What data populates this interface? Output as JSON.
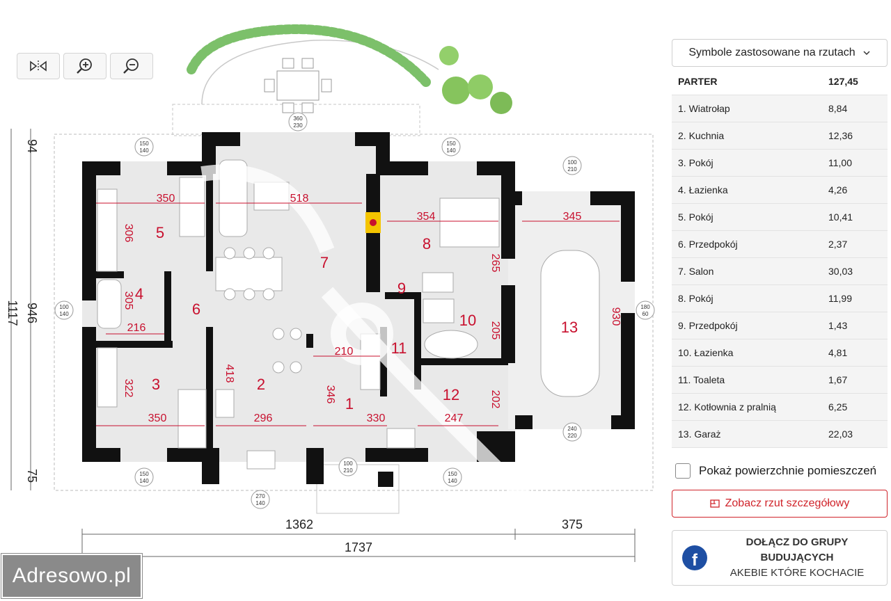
{
  "toolbar": {
    "mirror_icon": "mirror-icon",
    "zoom_in_icon": "zoom-in-icon",
    "zoom_out_icon": "zoom-out-icon"
  },
  "plan": {
    "rooms": [
      "5",
      "4",
      "6",
      "3",
      "2",
      "7",
      "1",
      "11",
      "9",
      "8",
      "10",
      "12",
      "13"
    ],
    "dimensions": [
      "350",
      "518",
      "354",
      "345",
      "306",
      "305",
      "205",
      "216",
      "265",
      "418",
      "322",
      "296",
      "350",
      "346",
      "330",
      "247",
      "210",
      "202",
      "1737",
      "1362",
      "375",
      "1117",
      "946",
      "94",
      "75",
      "930"
    ],
    "openings": [
      "150\n140",
      "360\n230",
      "150\n140",
      "100\n210",
      "100\n140",
      "180\n60",
      "150\n140",
      "270\n140",
      "100\n210",
      "150\n140",
      "240\n220"
    ]
  },
  "watermark": "Adresowo.pl",
  "sidebar": {
    "dropdown_label": "Symbole zastosowane na rzutach",
    "table": {
      "header": {
        "name": "PARTER",
        "value": "127,45"
      },
      "rows": [
        {
          "name": "1. Wiatrołap",
          "value": "8,84"
        },
        {
          "name": "2. Kuchnia",
          "value": "12,36"
        },
        {
          "name": "3. Pokój",
          "value": "11,00"
        },
        {
          "name": "4. Łazienka",
          "value": "4,26"
        },
        {
          "name": "5. Pokój",
          "value": "10,41"
        },
        {
          "name": "6. Przedpokój",
          "value": "2,37"
        },
        {
          "name": "7. Salon",
          "value": "30,03"
        },
        {
          "name": "8. Pokój",
          "value": "11,99"
        },
        {
          "name": "9. Przedpokój",
          "value": "1,43"
        },
        {
          "name": "10. Łazienka",
          "value": "4,81"
        },
        {
          "name": "11. Toaleta",
          "value": "1,67"
        },
        {
          "name": "12. Kotłownia z pralnią",
          "value": "6,25"
        },
        {
          "name": "13. Garaż",
          "value": "22,03"
        }
      ]
    },
    "show_areas_label": "Pokaż powierzchnie pomieszczeń",
    "detail_button_label": "Zobacz rzut szczegółowy",
    "fb": {
      "title_line1": "DOŁĄCZ DO GRUPY",
      "title_line2": "BUDUJĄCYCH",
      "subtitle": "AKEBIE KTÓRE KOCHACIE"
    }
  },
  "colors": {
    "accent": "#d0232a",
    "dimension_red": "#c8102e",
    "wall": "#111111",
    "facebook": "#1e4fa3"
  }
}
